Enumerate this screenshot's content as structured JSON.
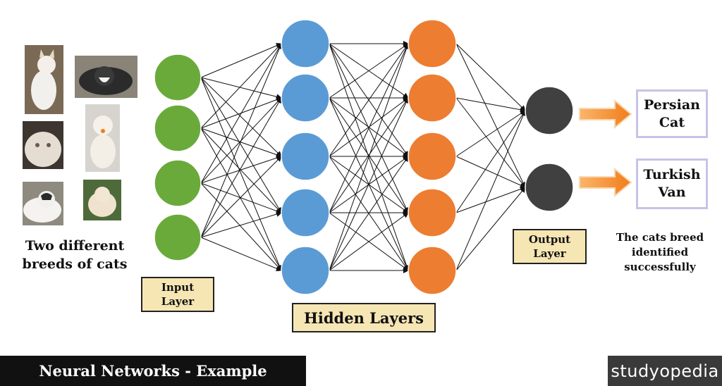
{
  "input_caption": {
    "line1": "Two different",
    "line2": "breeds of cats"
  },
  "labels": {
    "input": {
      "line1": "Input",
      "line2": "Layer"
    },
    "hidden": "Hidden Layers",
    "output": {
      "line1": "Output",
      "line2": "Layer"
    }
  },
  "outputs": [
    {
      "line1": "Persian",
      "line2": "Cat"
    },
    {
      "line1": "Turkish",
      "line2": "Van"
    }
  ],
  "result_caption": {
    "line1": "The cats breed",
    "line2": "identified",
    "line3": "successfully"
  },
  "footer": {
    "title": "Neural Networks - Example",
    "brand": "studyopedia"
  },
  "colors": {
    "input_node": "#6aaa3a",
    "hidden1_node": "#5b9bd5",
    "hidden2_node": "#ed7d31",
    "output_node": "#404040",
    "arrow": "#f07d1a",
    "label_bg": "#f5e6b4"
  },
  "icons": [
    "cat-photo",
    "cat-photo",
    "cat-photo",
    "cat-photo",
    "cat-photo",
    "cat-photo",
    "orange-arrow-icon",
    "orange-arrow-icon"
  ]
}
